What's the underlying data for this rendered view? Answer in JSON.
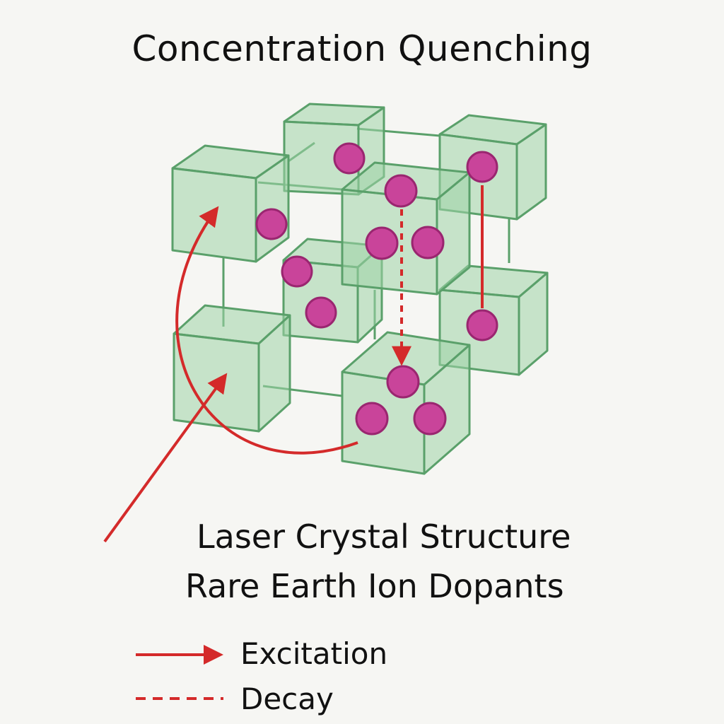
{
  "title": "Concentration Quenching",
  "caption": {
    "line1": "Laser Crystal Structure",
    "line2": "Rare Earth Ion Dopants"
  },
  "legend": [
    {
      "label": "Excitation",
      "style": "solid-arrow",
      "color": "#d42a2a"
    },
    {
      "label": "Decay",
      "style": "dashed",
      "color": "#d42a2a"
    }
  ],
  "colors": {
    "cube_fill": "#9fd4a6",
    "cube_stroke": "#5aa06a",
    "ion_fill": "#c9449a",
    "ion_stroke": "#9a2670",
    "arrow": "#d42a2a"
  }
}
